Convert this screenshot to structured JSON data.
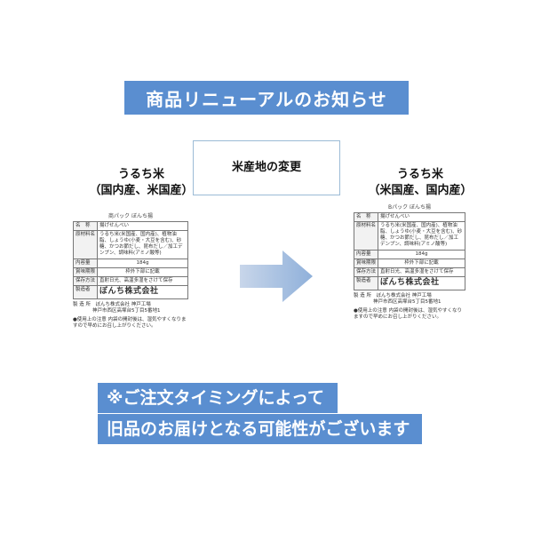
{
  "banner": {
    "title": "商品リニューアルのお知らせ"
  },
  "change": {
    "title": "米産地の変更"
  },
  "before": {
    "rice_line1": "うるち米",
    "rice_line2": "（国内産、米国産）",
    "label": {
      "top": "商パック ぼんち揚",
      "rows": [
        {
          "k": "名　称",
          "v": "揚げせんべい"
        },
        {
          "k": "原材料名",
          "v": "うるち米(米国産、国内産)、植物油脂、しょうゆ(小麦・大豆を含む)、砂糖、かつお節だし、昆布だし／加工デンプン、調味料(アミノ酸等)"
        },
        {
          "k": "内容量",
          "v": "184g"
        },
        {
          "k": "賞味期限",
          "v": "枠外下部に記載"
        },
        {
          "k": "保存方法",
          "v": "直射日光、高温多湿をさけて保存"
        },
        {
          "k": "製造者",
          "v": "ぼんち株式会社"
        }
      ],
      "maker_detail_1": "製 造 所　ぼんち株式会社 神戸工場",
      "maker_detail_2": "神戸市西区高塚台5丁目5番地1",
      "note": "●使用上の注意 内袋の開封後は、湿気やすくなりますので早めにお召し上がりください。"
    }
  },
  "after": {
    "rice_line1": "うるち米",
    "rice_line2": "（米国産、国内産）",
    "label": {
      "top": "Bパック ぼんち揚",
      "rows": [
        {
          "k": "名　称",
          "v": "揚げせんべい"
        },
        {
          "k": "原材料名",
          "v": "うるち米(米国産、国内産)、植物油脂、しょうゆ(小麦・大豆を含む)、砂糖、かつお節だし、昆布だし／加工デンプン、調味料(アミノ酸等)"
        },
        {
          "k": "内容量",
          "v": "184g"
        },
        {
          "k": "賞味期限",
          "v": "枠外下部に記載"
        },
        {
          "k": "保存方法",
          "v": "直射日光、高温多湿をさけて保存"
        },
        {
          "k": "製造者",
          "v": "ぼんち株式会社"
        }
      ],
      "maker_detail_1": "製 造 所　ぼんち株式会社 神戸工場",
      "maker_detail_2": "神戸市西区高塚台5丁目5番地1",
      "note": "●使用上の注意 内袋の開封後は、湿気やすくなりますので早めにお召し上がりください。"
    }
  },
  "notice": {
    "line1": "※ご注文タイミングによって",
    "line2": "旧品のお届けとなる可能性がございます"
  },
  "colors": {
    "accent": "#5a8ed0",
    "arrow": "#9fb8dc"
  }
}
